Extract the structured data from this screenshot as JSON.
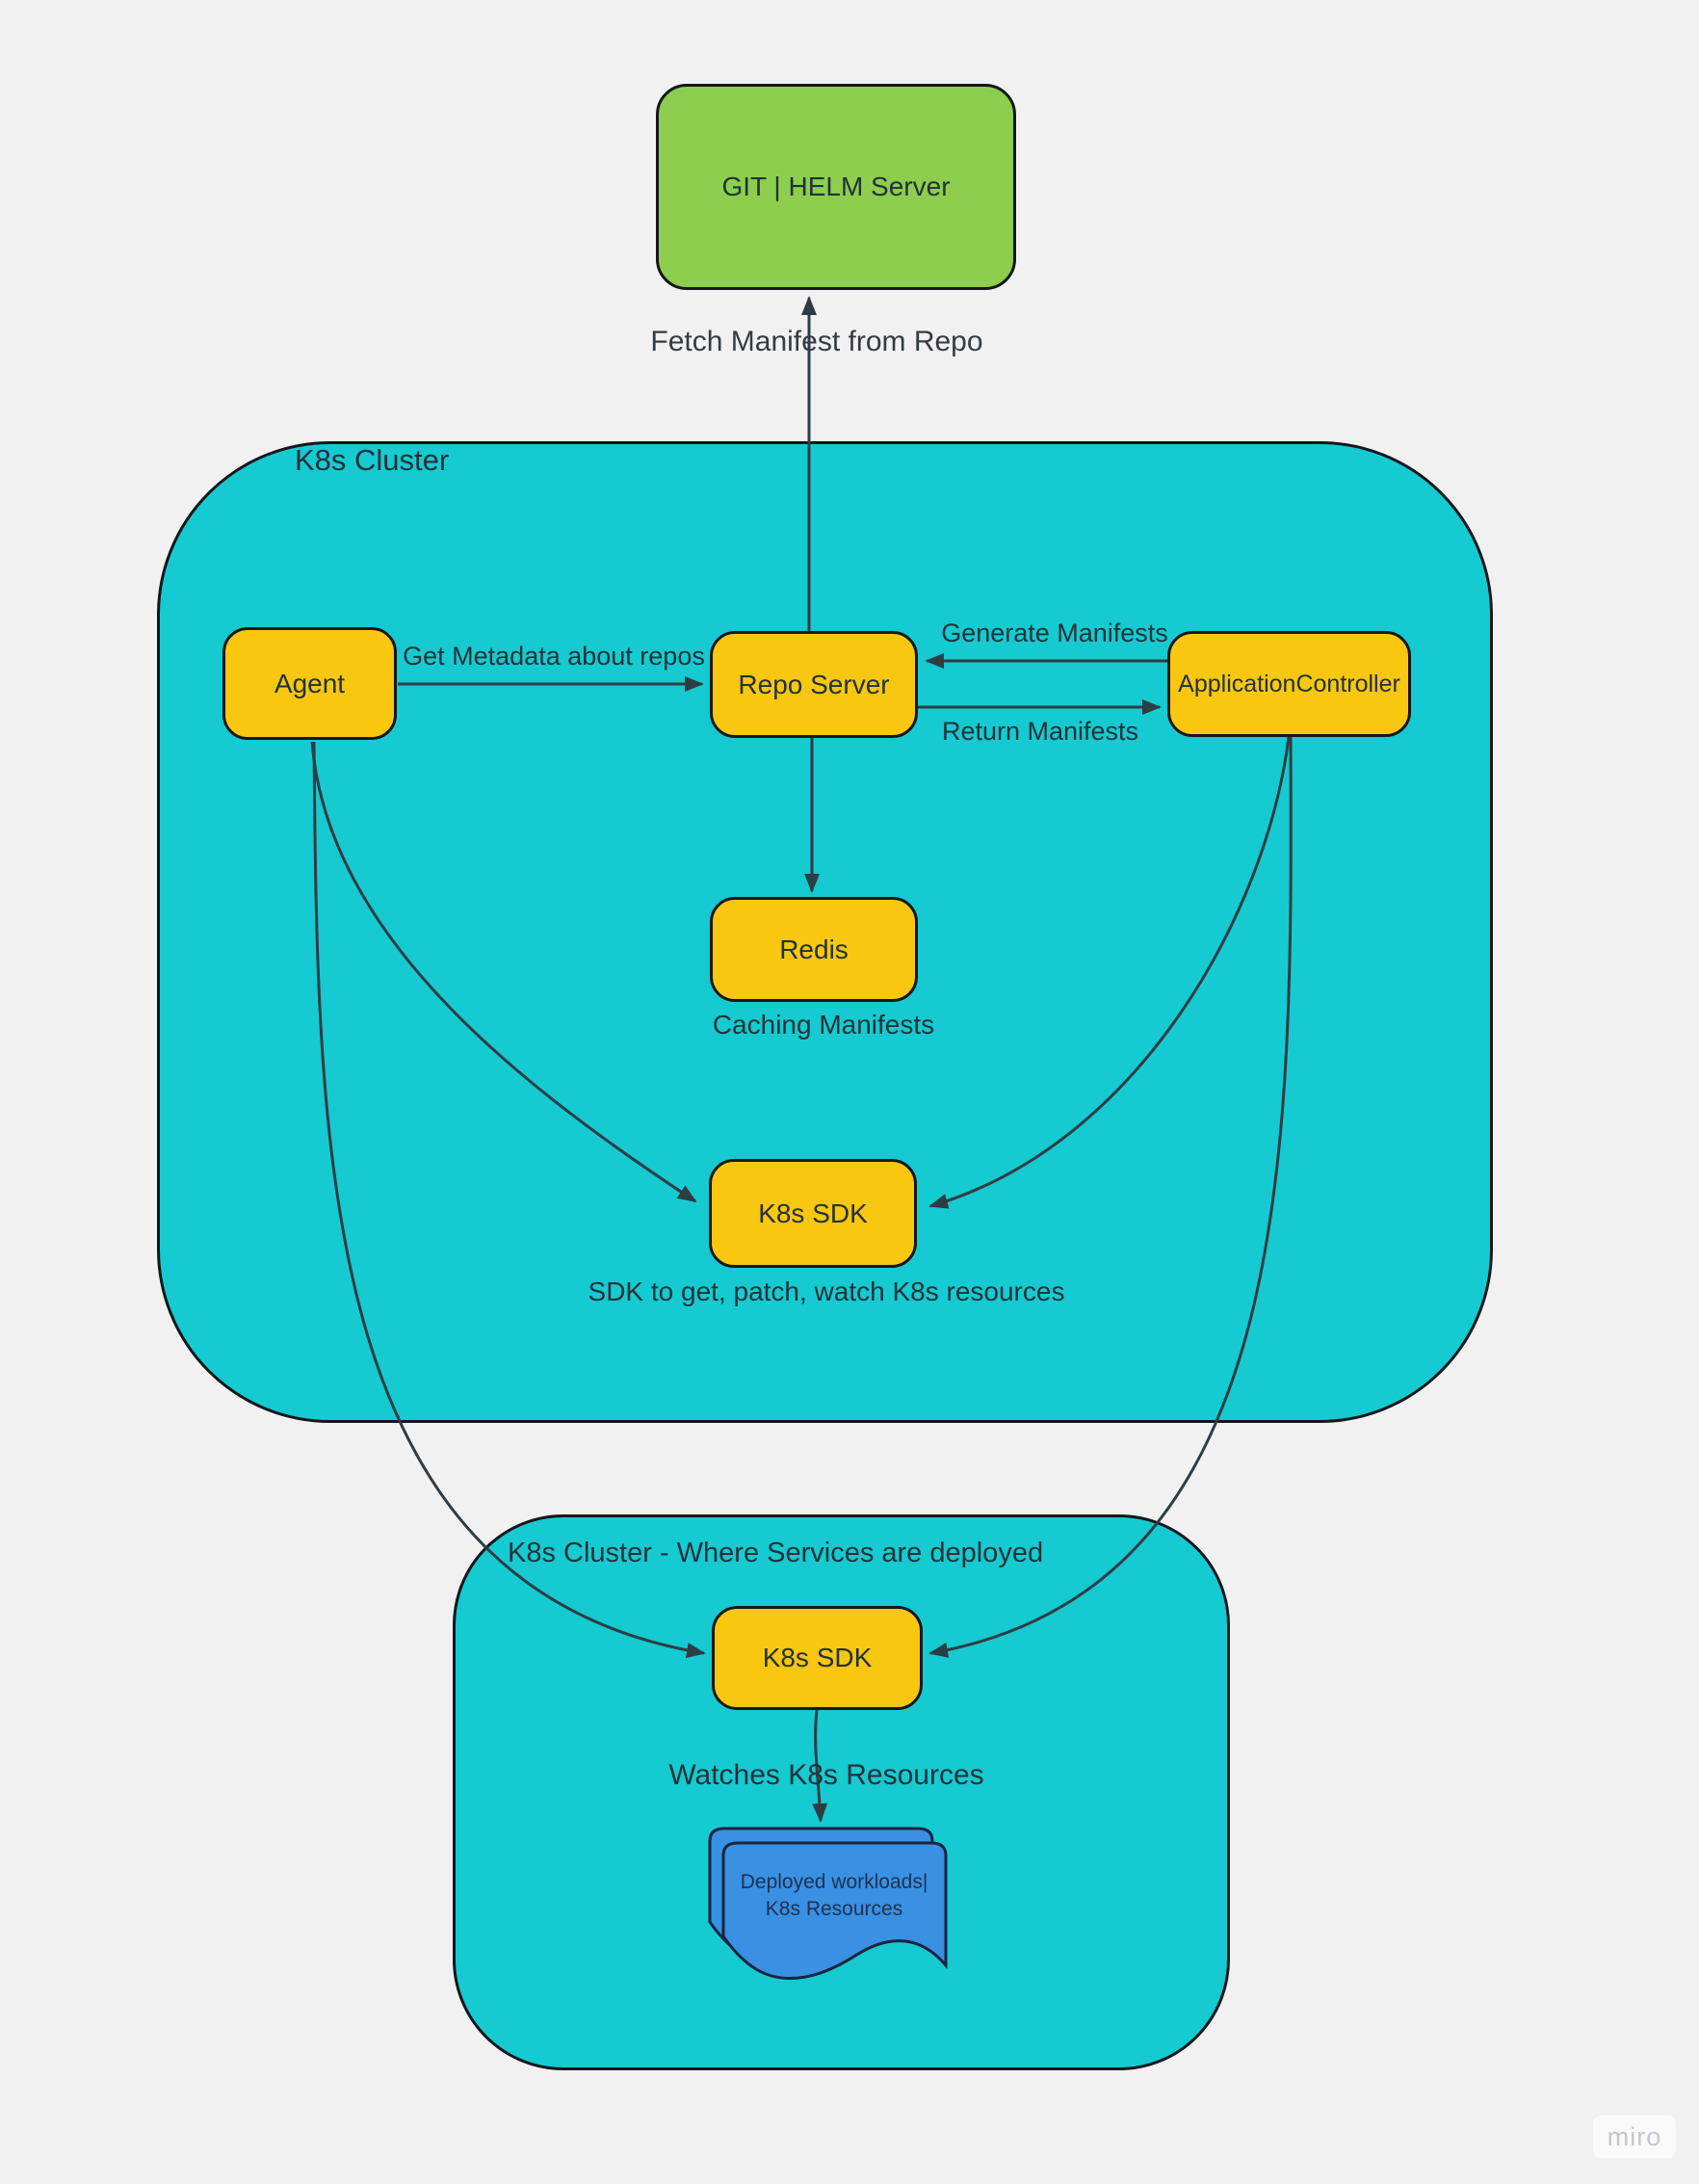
{
  "board": {
    "watermark": "miro"
  },
  "colors": {
    "background": "#f1f1f1",
    "cluster_fill": "#16CAD1",
    "node_fill": "#FAC710",
    "server_fill": "#8DCE4F",
    "doc_fill": "#3A90E2",
    "shape_border": "#15171b",
    "doc_border": "#1b2440",
    "connector": "#2e3d43",
    "label_text": "#223238",
    "caption_text": "#333c42",
    "doc_text": "#1c3150",
    "watermark_text": "#c5c5d2",
    "watermark_bg": "#fafafb"
  },
  "clusters": {
    "main": {
      "title": "K8s Cluster"
    },
    "deploy": {
      "title": "K8s Cluster - Where Services are deployed"
    }
  },
  "nodes": {
    "git_helm": {
      "label": "GIT | HELM Server"
    },
    "agent": {
      "label": "Agent"
    },
    "repo_server": {
      "label": "Repo Server"
    },
    "application_controller": {
      "label": "ApplicationController"
    },
    "redis": {
      "label": "Redis"
    },
    "k8s_sdk_main": {
      "label": "K8s SDK"
    },
    "k8s_sdk_deploy": {
      "label": "K8s SDK"
    },
    "workloads_doc": {
      "line1": "Deployed workloads|",
      "line2": "K8s Resources"
    }
  },
  "edge_labels": {
    "fetch_manifest": "Fetch Manifest from Repo",
    "get_metadata": "Get Metadata about repos",
    "generate_manifests": "Generate Manifests",
    "return_manifests": "Return Manifests",
    "caching_manifests": "Caching Manifests",
    "sdk_caption": "SDK to get, patch, watch K8s resources",
    "watches": "Watches K8s Resources"
  }
}
